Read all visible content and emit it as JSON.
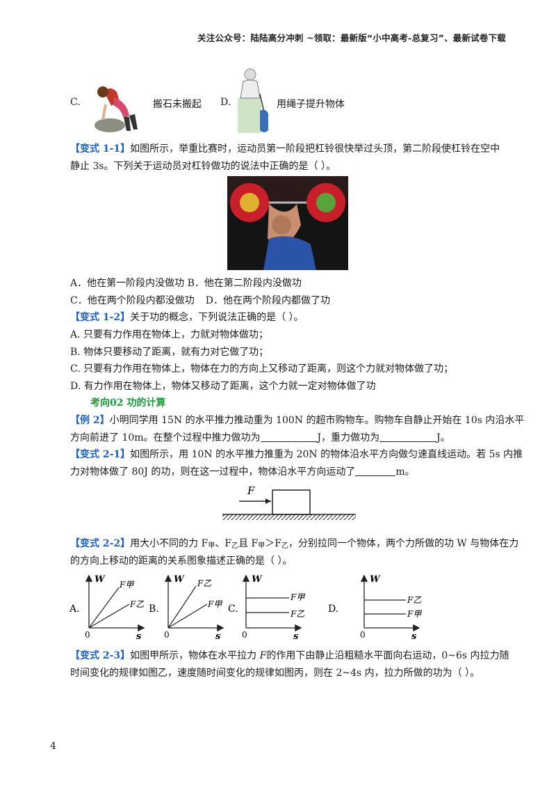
{
  "header": "关注公众号：陆陆高分冲刺  ~领取：最新版“小中高考-总复习”、最新试卷下载",
  "top_options": {
    "c_letter": "C.",
    "c_text": "搬石未搬起",
    "d_letter": "D.",
    "d_text": "用绳子提升物体"
  },
  "v11": {
    "tag": "【变式 1-1】",
    "line1": "如图所示，举重比赛时，运动员第一阶段把杠铃很快举过头顶，第二阶段使杠铃在空中",
    "line2": "静止 3s。下列关于运动员对杠铃做功的说法中正确的是（   ）。",
    "optA": "A．他在第一阶段内没做功",
    "optB": "B．他在第二阶段内没做功",
    "optC": "C．他在两个阶段内都没做功",
    "optD": "D．他在两个阶段内都做了功"
  },
  "v12": {
    "tag": "【变式 1-2】",
    "stem": "关于功的概念，下列说法正确的是（   ）。",
    "optA": "A. 只要有力作用在物体上，力就对物体做功；",
    "optB": "B. 物体只要移动了距离，就有力对它做了功；",
    "optC": "C. 只要有力作用在物体上，物体在力的方向上又移动了距离，则这个力就对物体做了功；",
    "optD": "D. 有力作用在物体上，物体又移动了距离，这个力就一定对物体做了功"
  },
  "section": "考向02   功的计算",
  "ex2": {
    "tag": "【例 2】",
    "line1": "小明同学用 15N 的水平推力推动重为 100N 的超市购物车。购物车自静止开始在 10s 内沿水平",
    "line2a": "方向前进了 10m。在整个过程中推力做功为",
    "line2b": "J，重力做功为",
    "line2c": "J。"
  },
  "v21": {
    "tag": "【变式 2-1】",
    "line1": "如图所示，用 10N 的水平推力推重为 20N 的物体沿水平方向做匀速直线运动。若 5s 内推",
    "line2a": "力对物体做了 80J 的功，则在这一过程中，物体沿水平方向运动了",
    "line2b": "m。",
    "fig_label": "F"
  },
  "v22": {
    "tag": "【变式 2-2】",
    "line1a": "用大小不同的力 F",
    "sub_jia": "甲",
    "mid1": "、F",
    "sub_yi": "乙",
    "mid2": "且 F",
    "mid3": "＞F",
    "line1b": "，分别拉同一个物体，两个力所做的功 W 与物体在力",
    "line2": "的方向上移动的距离的关系图象描述正确的是（   ）。",
    "graphs": [
      {
        "letter": "A.",
        "top": "F甲",
        "bottom": "F乙"
      },
      {
        "letter": "B.",
        "top": "F乙",
        "bottom": "F甲"
      },
      {
        "letter": "C.",
        "top": "F甲",
        "bottom": "F乙"
      },
      {
        "letter": "D.",
        "top": "F乙",
        "bottom": "F甲"
      }
    ],
    "axis_w": "W",
    "axis_s": "s",
    "origin": "0"
  },
  "v23": {
    "tag": "【变式 2-3】",
    "line1a": "如图甲所示，物体在水平拉力 ",
    "line1F": "F",
    "line1b": "的作用下由静止沿粗糙水平面向右运动，0~6s 内拉力随",
    "line2": "时间变化的规律如图乙，速度随时间变化的规律如图丙，则在 2~4s 内，拉力所做的功为（   ）。"
  },
  "page_number": "4"
}
